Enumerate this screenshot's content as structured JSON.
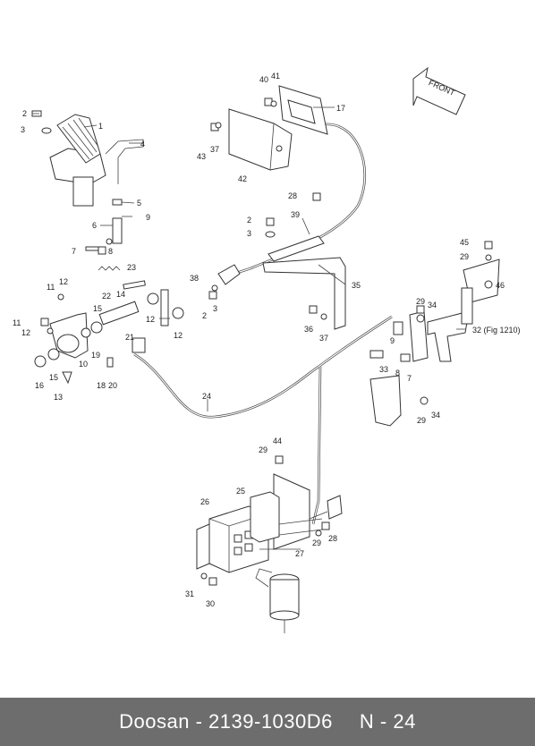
{
  "diagram": {
    "front_label": "FRONT",
    "callouts": [
      {
        "id": "c1",
        "text": "1"
      },
      {
        "id": "c2a",
        "text": "2"
      },
      {
        "id": "c3a",
        "text": "3"
      },
      {
        "id": "c4",
        "text": "4"
      },
      {
        "id": "c5",
        "text": "5"
      },
      {
        "id": "c6",
        "text": "6"
      },
      {
        "id": "c7a",
        "text": "7"
      },
      {
        "id": "c8a",
        "text": "8"
      },
      {
        "id": "c9a",
        "text": "9"
      },
      {
        "id": "c10",
        "text": "10"
      },
      {
        "id": "c11a",
        "text": "11"
      },
      {
        "id": "c11b",
        "text": "11"
      },
      {
        "id": "c12a",
        "text": "12"
      },
      {
        "id": "c12b",
        "text": "12"
      },
      {
        "id": "c12c",
        "text": "12"
      },
      {
        "id": "c12d",
        "text": "12"
      },
      {
        "id": "c13",
        "text": "13"
      },
      {
        "id": "c14",
        "text": "14"
      },
      {
        "id": "c15a",
        "text": "15"
      },
      {
        "id": "c15b",
        "text": "15"
      },
      {
        "id": "c16",
        "text": "16"
      },
      {
        "id": "c17",
        "text": "17"
      },
      {
        "id": "c18",
        "text": "18"
      },
      {
        "id": "c19",
        "text": "19"
      },
      {
        "id": "c20",
        "text": "20"
      },
      {
        "id": "c21",
        "text": "21"
      },
      {
        "id": "c22",
        "text": "22"
      },
      {
        "id": "c23",
        "text": "23"
      },
      {
        "id": "c24",
        "text": "24"
      },
      {
        "id": "c25",
        "text": "25"
      },
      {
        "id": "c26",
        "text": "26"
      },
      {
        "id": "c27",
        "text": "27"
      },
      {
        "id": "c28a",
        "text": "28"
      },
      {
        "id": "c28b",
        "text": "28"
      },
      {
        "id": "c29a",
        "text": "29"
      },
      {
        "id": "c29b",
        "text": "29"
      },
      {
        "id": "c29c",
        "text": "29"
      },
      {
        "id": "c29d",
        "text": "29"
      },
      {
        "id": "c29e",
        "text": "29"
      },
      {
        "id": "c30",
        "text": "30"
      },
      {
        "id": "c31",
        "text": "31"
      },
      {
        "id": "c32",
        "text": "32 (Fig 1210)"
      },
      {
        "id": "c33",
        "text": "33"
      },
      {
        "id": "c34a",
        "text": "34"
      },
      {
        "id": "c34b",
        "text": "34"
      },
      {
        "id": "c35",
        "text": "35"
      },
      {
        "id": "c36",
        "text": "36"
      },
      {
        "id": "c37a",
        "text": "37"
      },
      {
        "id": "c37b",
        "text": "37"
      },
      {
        "id": "c38",
        "text": "38"
      },
      {
        "id": "c39",
        "text": "39"
      },
      {
        "id": "c40",
        "text": "40"
      },
      {
        "id": "c41",
        "text": "41"
      },
      {
        "id": "c42",
        "text": "42"
      },
      {
        "id": "c43",
        "text": "43"
      },
      {
        "id": "c44",
        "text": "44"
      },
      {
        "id": "c45",
        "text": "45"
      },
      {
        "id": "c46",
        "text": "46"
      },
      {
        "id": "c2b",
        "text": "2"
      },
      {
        "id": "c2c",
        "text": "2"
      },
      {
        "id": "c3b",
        "text": "3"
      },
      {
        "id": "c3c",
        "text": "3"
      },
      {
        "id": "c7b",
        "text": "7"
      },
      {
        "id": "c8b",
        "text": "8"
      },
      {
        "id": "c9b",
        "text": "9"
      }
    ]
  },
  "footer": {
    "part_ref": "Doosan - 2139-1030D6",
    "page": "N - 24"
  }
}
